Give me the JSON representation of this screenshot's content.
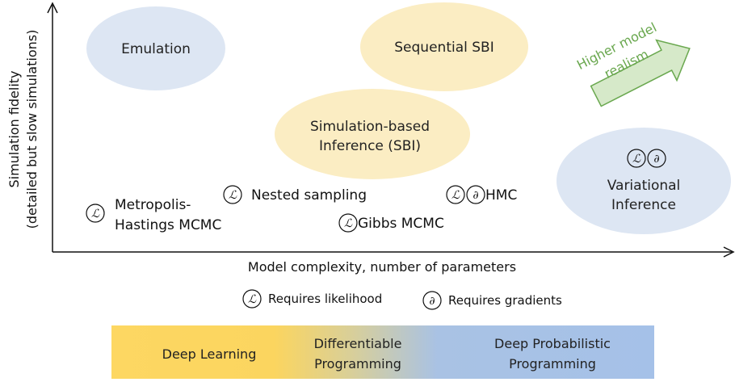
{
  "axes": {
    "x_label": "Model complexity, number of parameters",
    "y_label_line1": "Simulation fidelity",
    "y_label_line2": "(detailed but slow simulations)"
  },
  "regions": {
    "emulation": "Emulation",
    "sequential_sbi": "Sequential SBI",
    "sbi_line1": "Simulation-based",
    "sbi_line2": "Inference (SBI)",
    "variational_line1": "Variational",
    "variational_line2": "Inference"
  },
  "methods": {
    "mh_line1": "Metropolis-",
    "mh_line2": "Hastings MCMC",
    "nested": "Nested sampling",
    "gibbs": "Gibbs MCMC",
    "hmc": "HMC"
  },
  "arrow": {
    "line1": "Higher model",
    "line2": "realism"
  },
  "symbols": {
    "likelihood": "ℒ",
    "gradient": "∂"
  },
  "legend": {
    "likelihood": "Requires likelihood",
    "gradients": "Requires gradients"
  },
  "band": {
    "deep_learning": "Deep Learning",
    "diff_line1": "Differentiable",
    "diff_line2": "Programming",
    "prob_line1": "Deep Probabilistic",
    "prob_line2": "Programming"
  },
  "colors": {
    "blue_blob": "#dde6f3",
    "yellow_blob": "#fbedc3",
    "arrow_fill": "#d6e9c9",
    "arrow_stroke": "#6aa84f",
    "band_yellow": "#fdd762",
    "band_blue": "#a5c1e8"
  }
}
